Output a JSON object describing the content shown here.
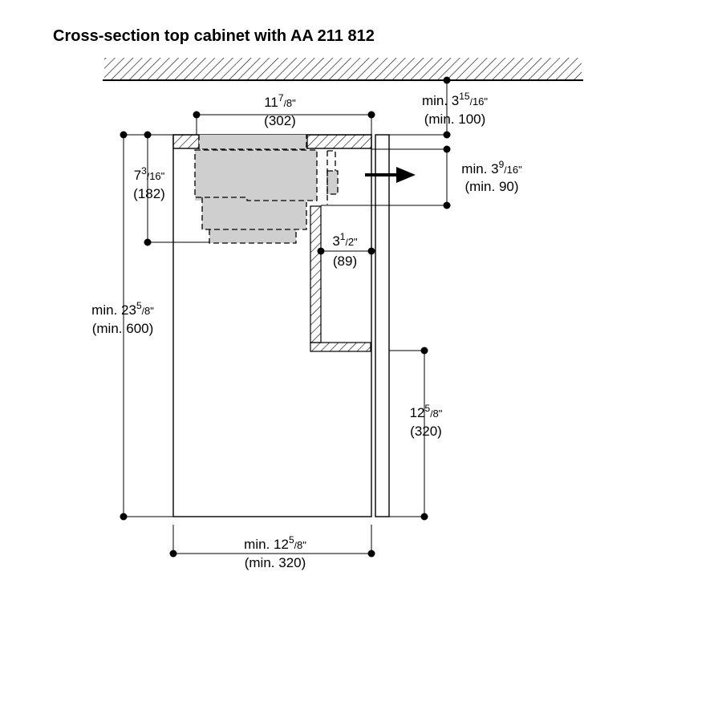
{
  "title": "Cross-section top cabinet with AA 211 812",
  "dimensions": {
    "width_top": {
      "whole": "11",
      "num": "7",
      "den": "8",
      "prefix": "",
      "mm": "(302)"
    },
    "ceiling_gap": {
      "whole": "3",
      "num": "15",
      "den": "16",
      "prefix": "min. ",
      "mm": "(min. 100)"
    },
    "side_gap": {
      "whole": "3",
      "num": "9",
      "den": "16",
      "prefix": "min. ",
      "mm": "(min. 90)"
    },
    "unit_height": {
      "whole": "7",
      "num": "3",
      "den": "16",
      "prefix": "",
      "mm": "(182)"
    },
    "depth_inner": {
      "whole": "3",
      "num": "1",
      "den": "2",
      "prefix": "",
      "mm": "(89)"
    },
    "cabinet_height": {
      "whole": "23",
      "num": "5",
      "den": "8",
      "prefix": "min. ",
      "mm": "(min. 600)"
    },
    "door_lower": {
      "whole": "12",
      "num": "5",
      "den": "8",
      "prefix": "",
      "mm": "(320)"
    },
    "cabinet_depth": {
      "whole": "12",
      "num": "5",
      "den": "8",
      "prefix": "min. ",
      "mm": "(min. 320)"
    }
  },
  "inch_mark": "\""
}
